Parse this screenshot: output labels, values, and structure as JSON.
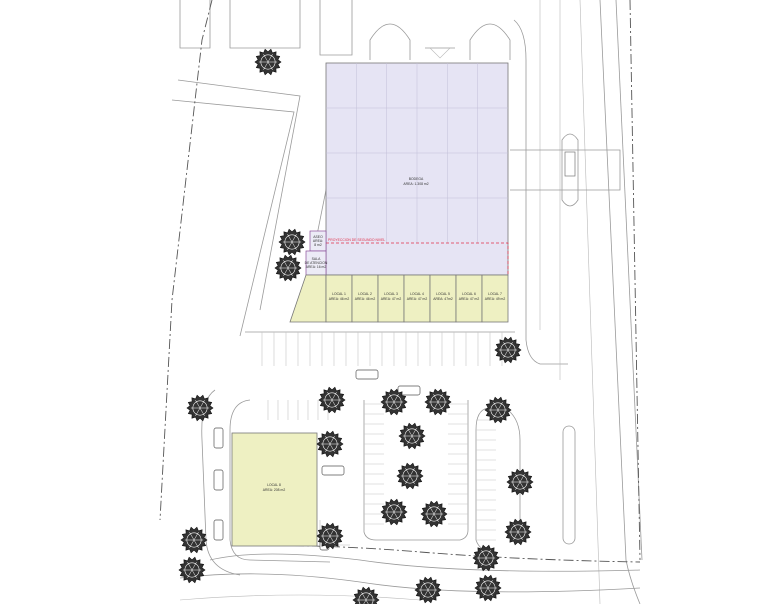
{
  "plan": {
    "warehouse": {
      "name": "BODEGA",
      "area": "AREA: 1.308 m2"
    },
    "mezzanine_note": "PROYECCION DE SEGUNDO NIVEL",
    "office": {
      "name": "ASEO",
      "area": "AREA:",
      "area_value": "8 m2"
    },
    "lounge": {
      "name": "SALA",
      "subname": "DE ATENCION",
      "area": "AREA: 16 m2"
    },
    "locals": [
      {
        "name": "LOCAL 1",
        "area": "AREA: 46 m2"
      },
      {
        "name": "LOCAL 2",
        "area": "AREA: 46 m2"
      },
      {
        "name": "LOCAL 3",
        "area": "AREA: 47 m2"
      },
      {
        "name": "LOCAL 4",
        "area": "AREA: 47 m2"
      },
      {
        "name": "LOCAL 5",
        "area": "AREA: 47m2"
      },
      {
        "name": "LOCAL 6",
        "area": "AREA: 47 m2"
      },
      {
        "name": "LOCAL 7",
        "area": "AREA: 49 m2"
      }
    ],
    "large_local": {
      "name": "LOCAL 8",
      "area": "AREA: 208 m2"
    },
    "colors": {
      "warehouse_fill": "#e6e4f4",
      "local_fill": "#eef0c2",
      "tree_fill": "#333333",
      "mezzanine_line": "#e0304a"
    }
  }
}
